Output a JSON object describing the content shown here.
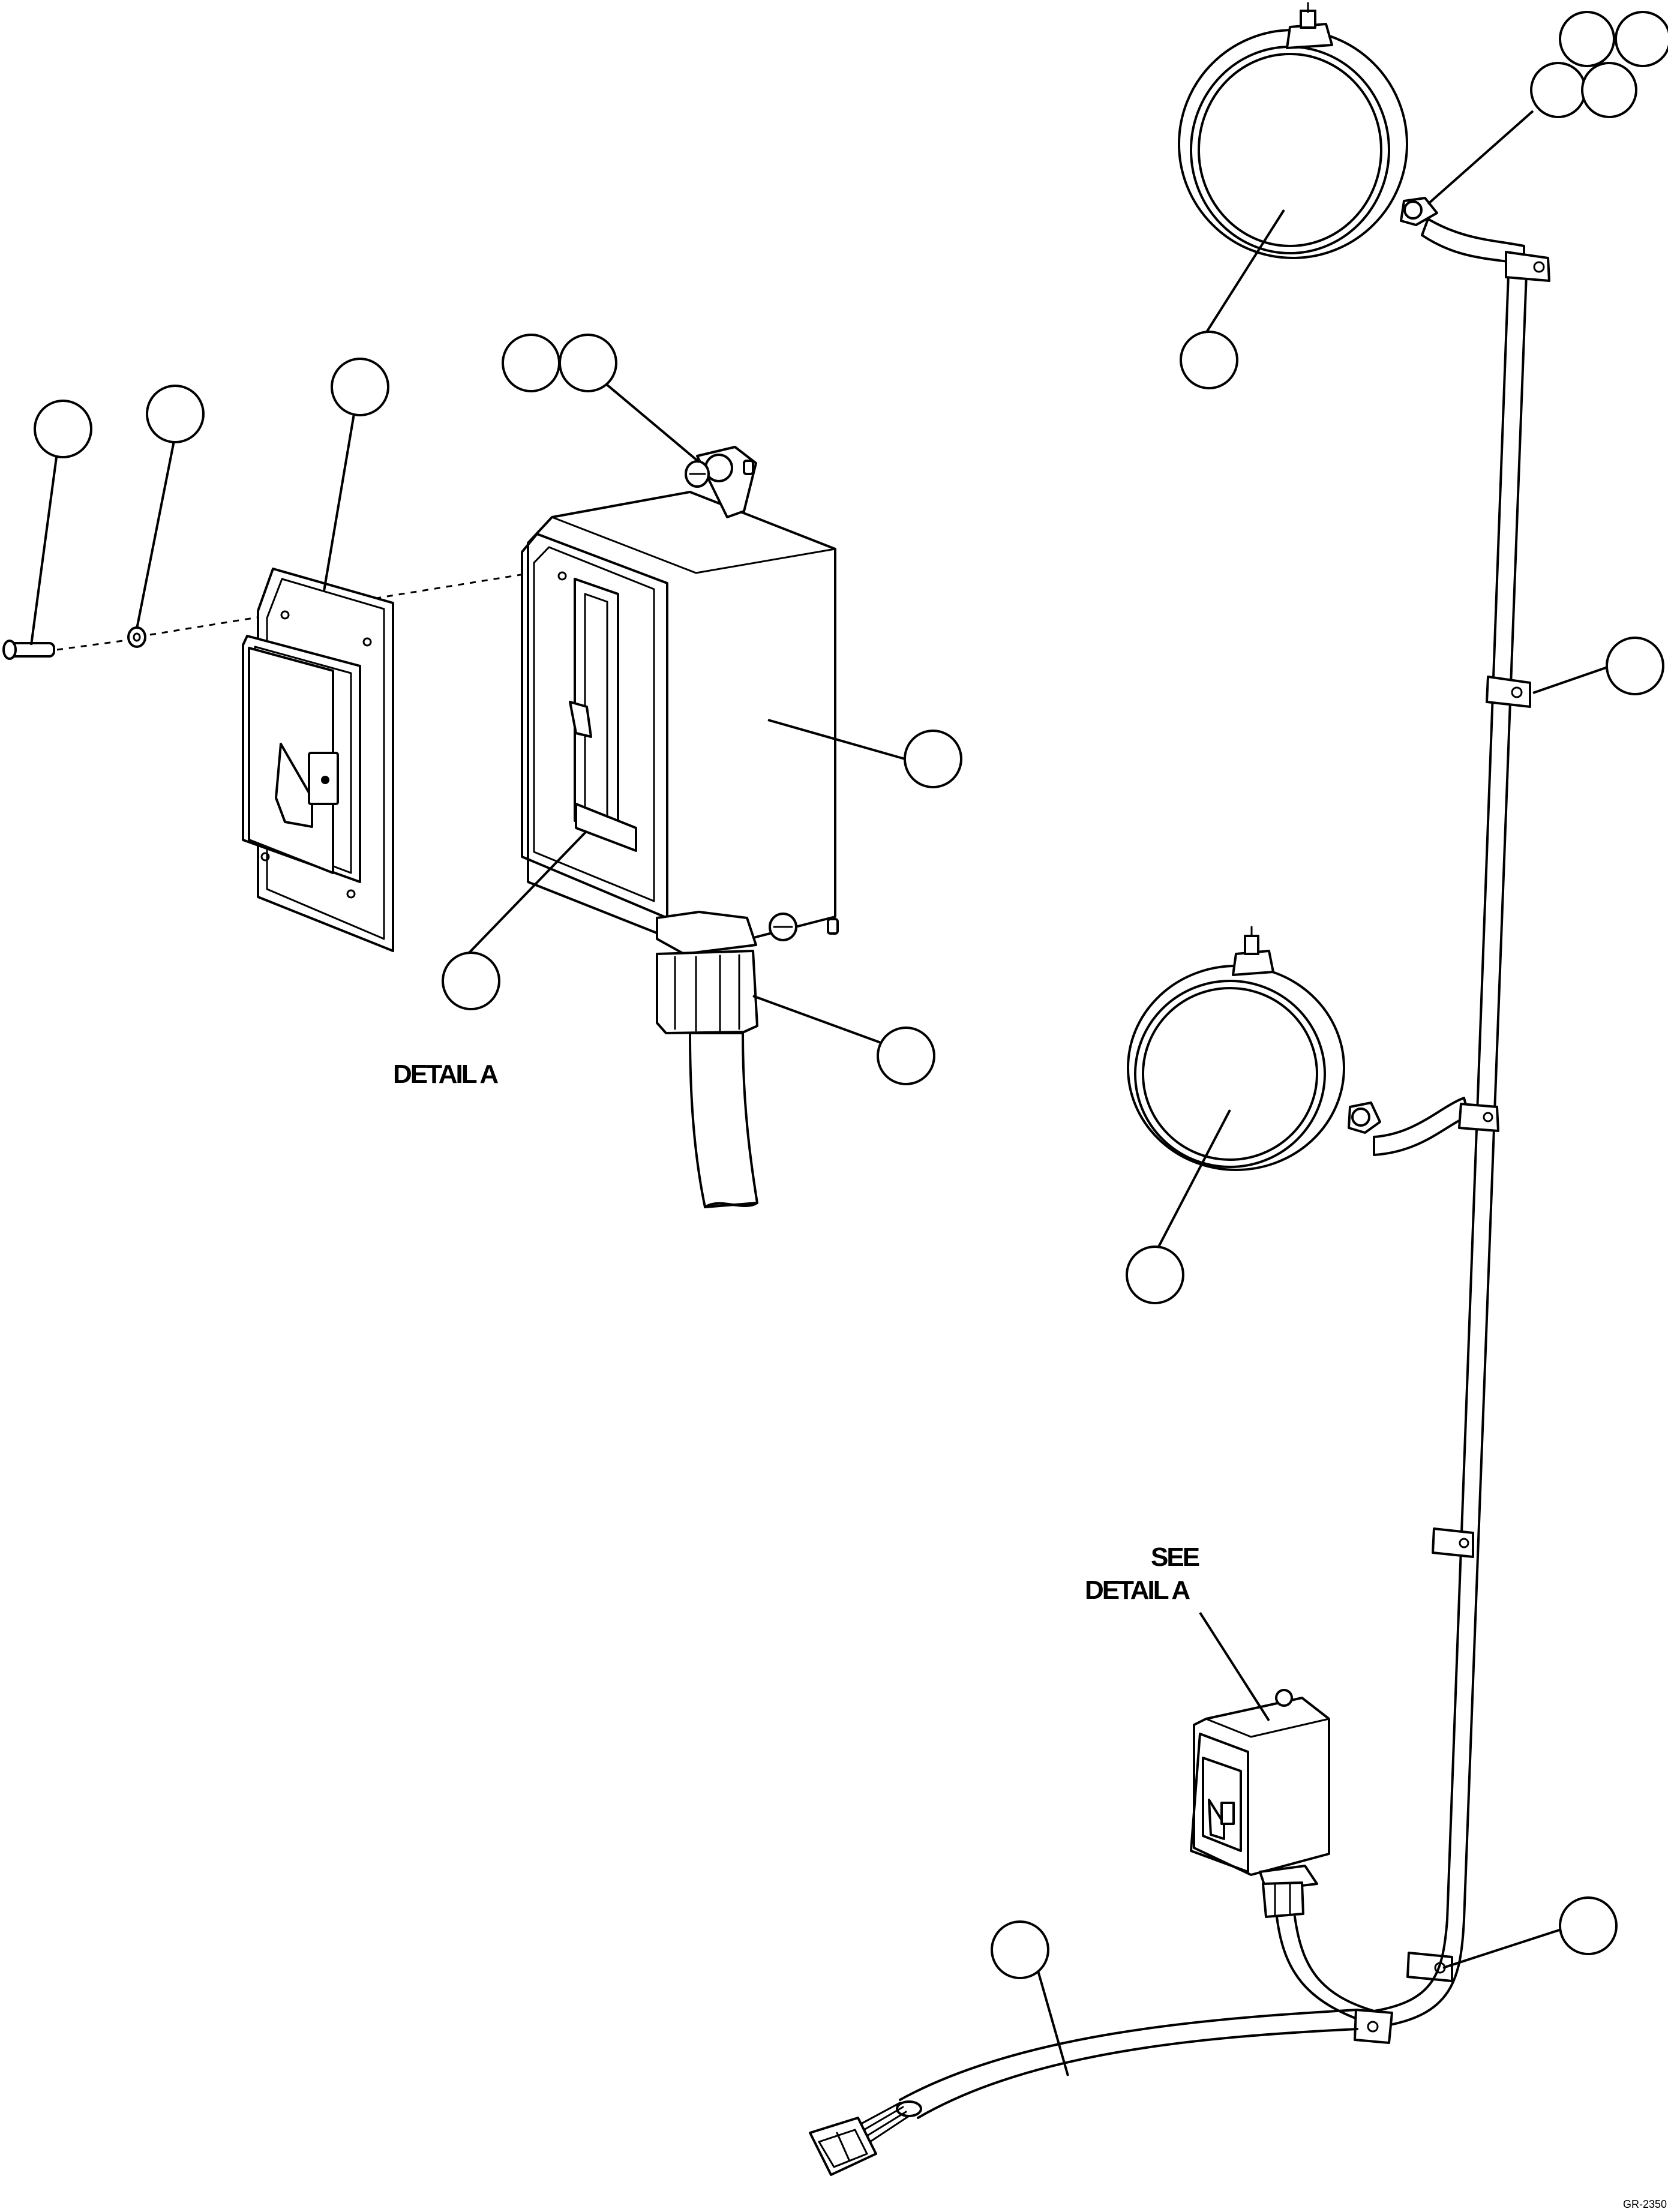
{
  "labels": {
    "detail_a": "DETAIL A",
    "see": "SEE",
    "see_detail": "DETAIL A",
    "drawing_number": "GR-2350"
  },
  "callouts": [
    {
      "name": "callout-screw"
    },
    {
      "name": "callout-washer"
    },
    {
      "name": "callout-switch"
    },
    {
      "name": "callout-housing-fastener-1"
    },
    {
      "name": "callout-housing-fastener-2"
    },
    {
      "name": "callout-switch-housing"
    },
    {
      "name": "callout-switch-lever"
    },
    {
      "name": "callout-strain-relief"
    },
    {
      "name": "callout-upper-lamp-fastener-1"
    },
    {
      "name": "callout-upper-lamp-fastener-2"
    },
    {
      "name": "callout-upper-lamp-fastener-3"
    },
    {
      "name": "callout-upper-lamp-fastener-4"
    },
    {
      "name": "callout-upper-lamp"
    },
    {
      "name": "callout-upper-clip"
    },
    {
      "name": "callout-lower-lamp"
    },
    {
      "name": "callout-lower-clip"
    },
    {
      "name": "callout-harness"
    }
  ]
}
